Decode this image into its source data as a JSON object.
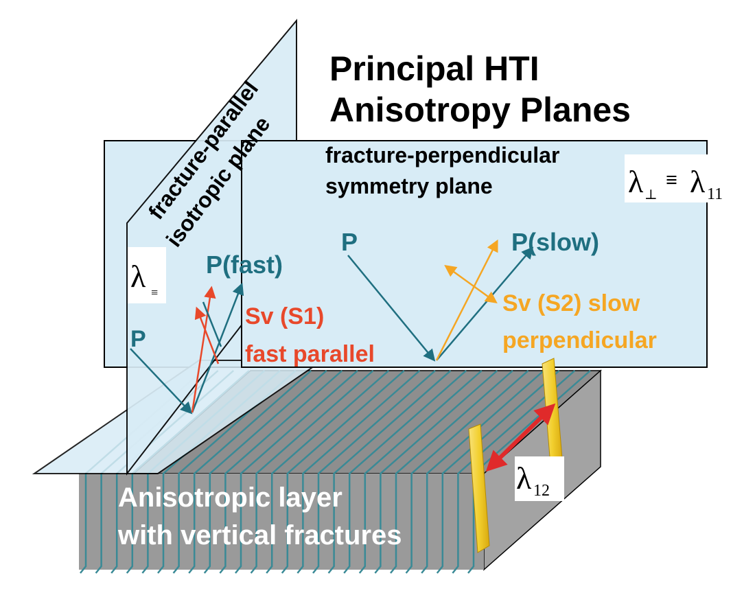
{
  "title": {
    "line1": "Principal HTI",
    "line2": "Anisotropy Planes"
  },
  "planes": {
    "parallel": {
      "line1": "fracture-parallel",
      "line2": "isotropic plane",
      "lambda_symbol": "λ",
      "lambda_subscript": "≡"
    },
    "perpendicular": {
      "line1": "fracture-perpendicular",
      "line2": "symmetry plane",
      "lambda_symbol": "λ",
      "lambda_subscript": "⊥",
      "equiv": "≡",
      "lambda2_symbol": "λ",
      "lambda2_subscript": "11"
    }
  },
  "waves": {
    "p_incident_parallel": "P",
    "p_fast": "P(fast)",
    "sv_s1_line1": "Sv (S1)",
    "sv_s1_line2": "fast parallel",
    "p_incident_perp": "P",
    "p_slow": "P(slow)",
    "sv_s2_line1": "Sv (S2) slow",
    "sv_s2_line2": "perpendicular"
  },
  "layer": {
    "line1": "Anisotropic layer",
    "line2": "with vertical fractures",
    "lambda_symbol": "λ",
    "lambda_subscript": "12"
  },
  "colors": {
    "plane_fill": "#d8ecf6",
    "teal_arrow": "#1f6f80",
    "red_arrow": "#e8482a",
    "orange_arrow": "#f5a623",
    "fracture_fill": "#8e8e8e",
    "fracture_stripe": "#3a8a96",
    "marker_yellow": "#f2cf2e",
    "double_arrow": "#e02a2a"
  }
}
